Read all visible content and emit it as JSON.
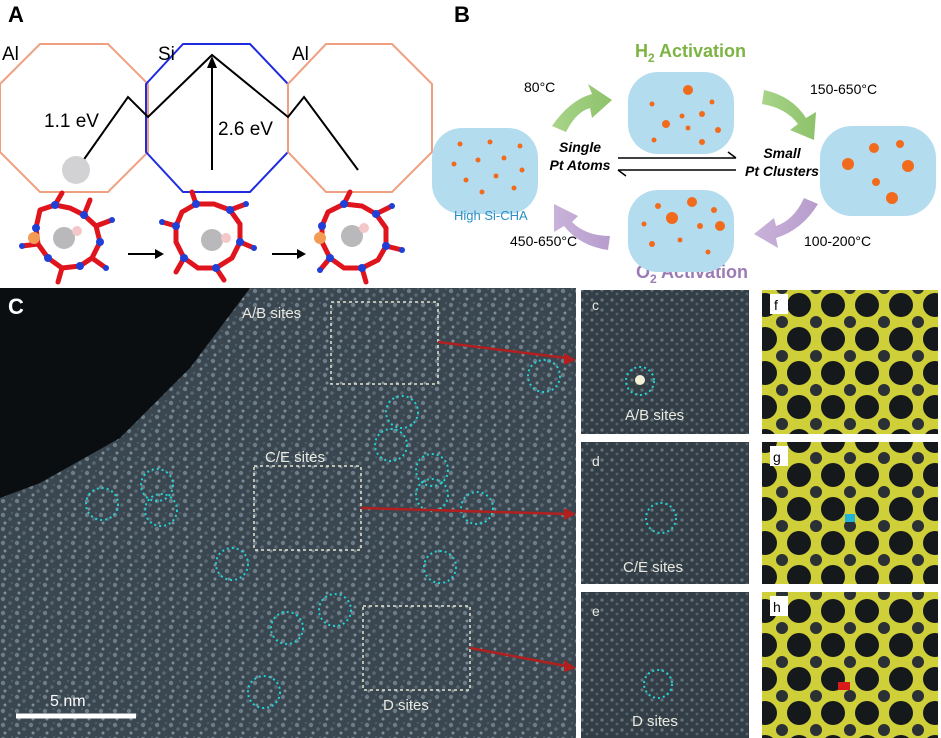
{
  "panel_a": {
    "letter": "A",
    "label_left": "Al",
    "label_center": "Si",
    "label_right": "Al",
    "barrier_1": "1.1 eV",
    "barrier_2": "2.6 eV"
  },
  "panel_b": {
    "letter": "B",
    "h2_activation": "H",
    "h2_sub": "2",
    "h2_suffix": " Activation",
    "o2_activation": "O",
    "o2_sub": "2",
    "o2_suffix": " Activation",
    "temp_80": "80°C",
    "temp_150_650": "150-650°C",
    "temp_100_200": "100-200°C",
    "temp_450_650": "450-650°C",
    "single_pt_line1": "Single",
    "single_pt_line2": "Pt Atoms",
    "small_pt_line1": "Small",
    "small_pt_line2": "Pt Clusters",
    "high_si_cha": "High Si-CHA",
    "colors": {
      "h2": "#7cb342",
      "o2": "#9c7bb5",
      "blob": "#b3dcef",
      "dot": "#f26b1d",
      "cha_text": "#2a8fc7"
    }
  },
  "panel_c": {
    "letter": "C",
    "ab_sites": "A/B sites",
    "ce_sites": "C/E sites",
    "d_sites": "D sites",
    "scale_bar": "5 nm",
    "sub_c": "c",
    "sub_d": "d",
    "sub_e": "e",
    "sub_f": "f",
    "sub_g": "g",
    "sub_h": "h",
    "inset_ab": "A/B sites",
    "inset_ce": "C/E sites",
    "inset_d": "D sites"
  }
}
